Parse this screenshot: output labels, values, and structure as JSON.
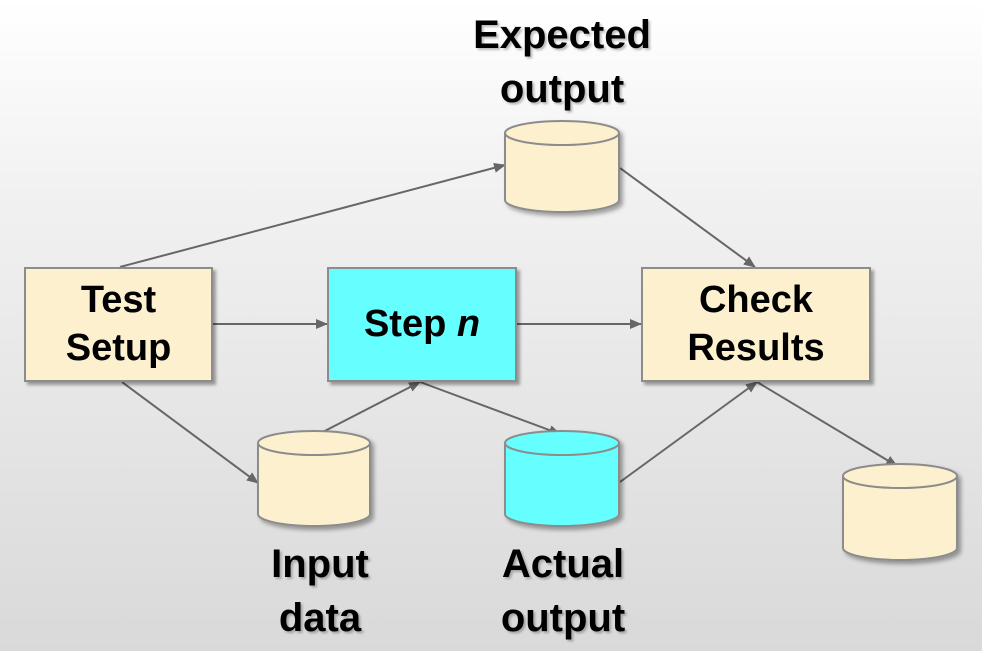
{
  "colors": {
    "box_fill": "#fcf0cf",
    "step_fill": "#66ffff",
    "edge": "#666666",
    "db_fill": "#fcf0cf",
    "db_actual_fill": "#66ffff"
  },
  "nodes": {
    "test_setup": {
      "line1": "Test",
      "line2": "Setup"
    },
    "step_n": {
      "prefix": "Step ",
      "italic": "n"
    },
    "check_results": {
      "line1": "Check",
      "line2": "Results"
    }
  },
  "datastores": {
    "expected_output": {
      "line1": "Expected",
      "line2": "output"
    },
    "input_data": {
      "line1": "Input",
      "line2": "data"
    },
    "actual_output": {
      "line1": "Actual",
      "line2": "output"
    },
    "result_store": {
      "line1": "",
      "line2": ""
    }
  },
  "edges": [
    {
      "from": "test_setup",
      "to": "expected_output"
    },
    {
      "from": "test_setup",
      "to": "step_n"
    },
    {
      "from": "test_setup",
      "to": "input_data"
    },
    {
      "from": "input_data",
      "to": "step_n"
    },
    {
      "from": "step_n",
      "to": "actual_output"
    },
    {
      "from": "step_n",
      "to": "check_results"
    },
    {
      "from": "expected_output",
      "to": "check_results"
    },
    {
      "from": "actual_output",
      "to": "check_results"
    },
    {
      "from": "check_results",
      "to": "result_store"
    }
  ]
}
